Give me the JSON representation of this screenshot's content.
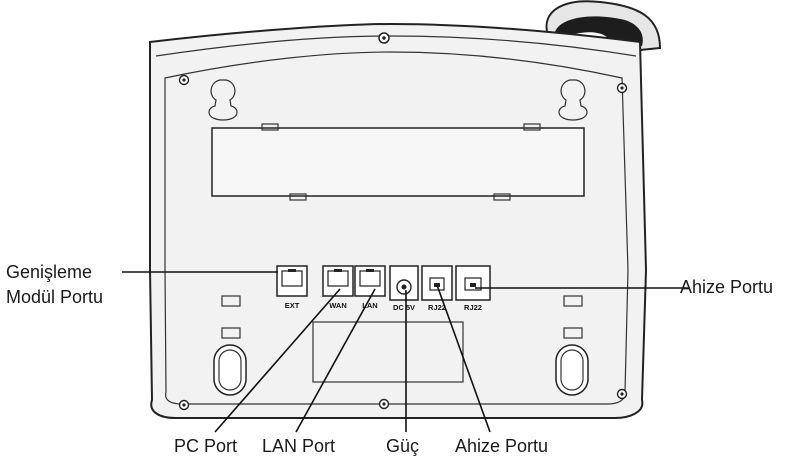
{
  "callouts": {
    "expansion_line1": "Genişleme",
    "expansion_line2": "Modül Portu",
    "handset_right": "Ahize Portu",
    "pc_port": "PC Port",
    "lan_port": "LAN Port",
    "power": "Güç",
    "handset_bottom": "Ahize Portu"
  },
  "port_labels": {
    "ext": "EXT",
    "wan": "WAN",
    "lan": "LAN",
    "dc": "DC 5V",
    "rj22_a": "RJ22",
    "rj22_b": "RJ22"
  },
  "colors": {
    "outline": "#222222",
    "body_fill": "#f2f2f2",
    "text": "#1a1a1a"
  }
}
